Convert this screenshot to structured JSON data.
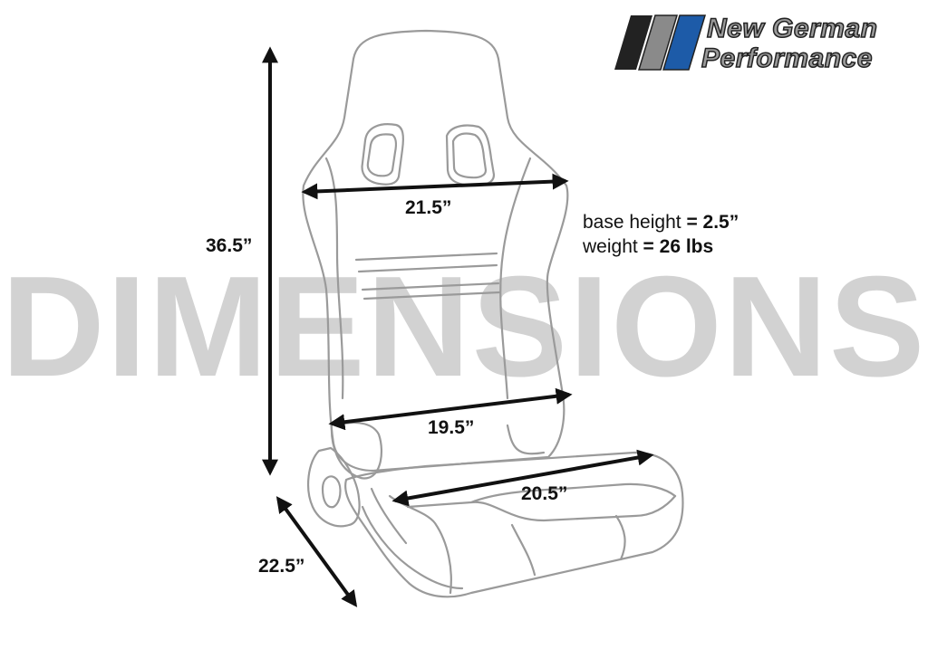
{
  "watermark": "DIMENSIONS",
  "brand": {
    "line1": "New German",
    "line2": "Performance",
    "stripe_colors": [
      "#222222",
      "#8a8a8a",
      "#1d5ba8"
    ]
  },
  "dimensions": {
    "height": "36.5”",
    "shoulder_width": "21.5”",
    "waist_width": "19.5”",
    "cushion_length": "20.5”",
    "depth": "22.5”"
  },
  "specs": {
    "base_height_label": "base height",
    "base_height_value": "= 2.5”",
    "weight_label": "weight",
    "weight_value": "= 26 lbs"
  },
  "colors": {
    "outline": "#9a9a9a",
    "arrow": "#111111",
    "watermark": "#d2d2d2"
  }
}
